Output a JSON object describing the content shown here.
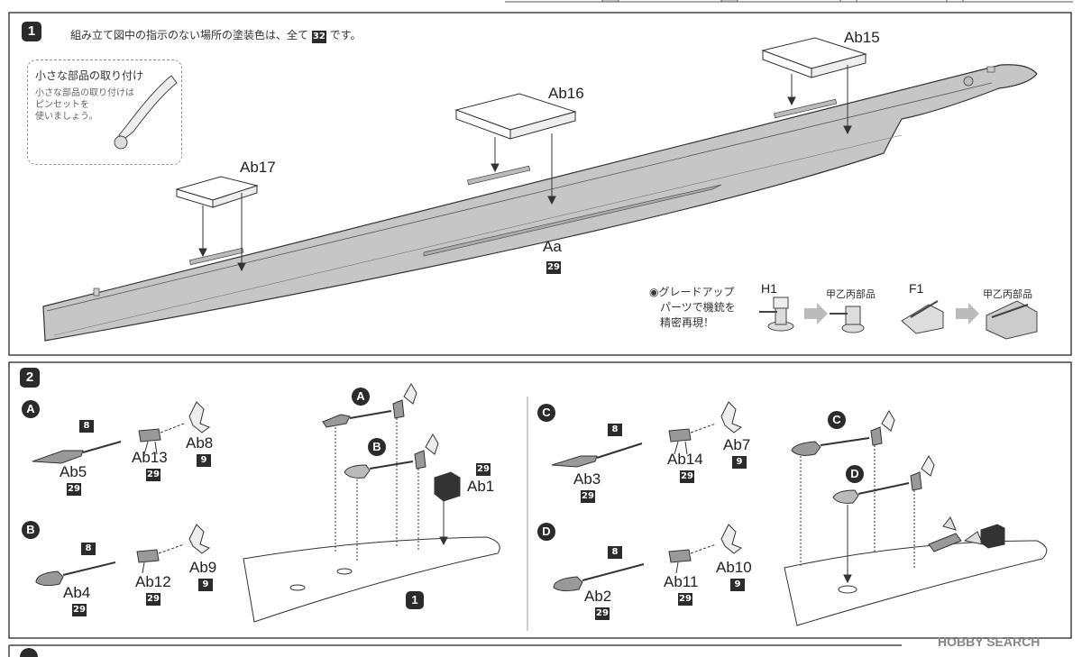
{
  "step1": {
    "number": "1",
    "instruction_pre": "組み立て図中の指示のない場所の塗装色は、全て",
    "instruction_color": "32",
    "instruction_post": "です。",
    "tip": {
      "title": "小さな部品の取り付け",
      "body_line1": "小さな部品の取り付けは",
      "body_line2": "ピンセットを",
      "body_line3": "使いましょう。"
    },
    "parts": {
      "ab15": "Ab15",
      "ab16": "Ab16",
      "ab17": "Ab17",
      "aa": "Aa",
      "aa_color": "29"
    },
    "upgrade": {
      "line1": "◉グレードアップ",
      "line2": "パーツで機銃を",
      "line3": "精密再現！",
      "h1": "H1",
      "h1_result": "甲乙丙部品",
      "f1": "F1",
      "f1_result": "甲乙丙部品"
    }
  },
  "step2": {
    "number": "2",
    "group_a": {
      "marker": "A",
      "shaft_color": "8",
      "ab5": "Ab5",
      "ab5_color": "29",
      "ab13": "Ab13",
      "ab13_color": "29",
      "ab8": "Ab8",
      "ab8_color": "9"
    },
    "group_b": {
      "marker": "B",
      "shaft_color": "8",
      "ab4": "Ab4",
      "ab4_color": "29",
      "ab12": "Ab12",
      "ab12_color": "29",
      "ab9": "Ab9",
      "ab9_color": "9"
    },
    "assembly_left": {
      "marker_a": "A",
      "marker_b": "B",
      "ab1": "Ab1",
      "ab1_color": "29",
      "ref_step": "1"
    },
    "group_c": {
      "marker": "C",
      "shaft_color": "8",
      "ab3": "Ab3",
      "ab3_color": "29",
      "ab14": "Ab14",
      "ab14_color": "29",
      "ab7": "Ab7",
      "ab7_color": "9"
    },
    "group_d": {
      "marker": "D",
      "shaft_color": "8",
      "ab2": "Ab2",
      "ab2_color": "29",
      "ab11": "Ab11",
      "ab11_color": "29",
      "ab10": "Ab10",
      "ab10_color": "9"
    },
    "assembly_right": {
      "marker_c": "C",
      "marker_d": "D"
    }
  },
  "watermark": {
    "text": "HOBBY SEARCH"
  },
  "colors": {
    "hull": "#c6c6c6",
    "ink": "#2b2b2b",
    "frame": "#444444"
  }
}
